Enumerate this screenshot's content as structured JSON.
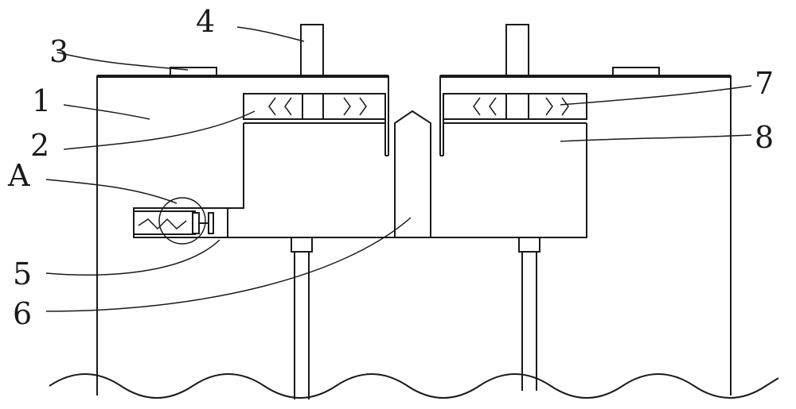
{
  "labels": {
    "n1": "1",
    "n2": "2",
    "n3": "3",
    "n4": "4",
    "n5": "5",
    "n6": "6",
    "n7": "7",
    "n8": "8",
    "detail_a": "A"
  }
}
